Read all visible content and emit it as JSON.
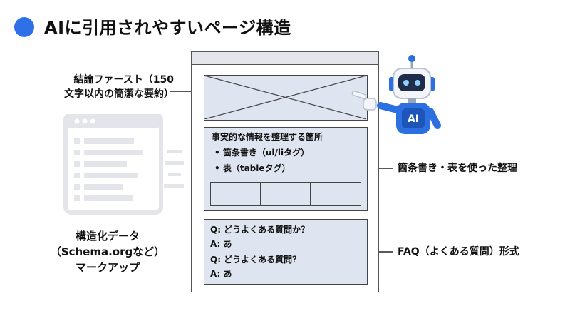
{
  "title": "AIに引用されやすいページ構造",
  "labels": {
    "conclusion_line1": "結論ファースト（150",
    "conclusion_line2": "文字以内の簡潔な要約）",
    "lists_tables": "箇条書き・表を使った整理",
    "structured_line1": "構造化データ",
    "structured_line2": "（Schema.orgなど）",
    "structured_line3": "マークアップ",
    "faq": "FAQ（よくある質問）形式"
  },
  "facts_box": {
    "heading": "事実的な情報を整理する箇所",
    "bullet1": "• 箇条書き（ul/liタグ）",
    "bullet2": "• 表（tableタグ）"
  },
  "faq_box": {
    "q1": "Q: どうよくある質問か？",
    "a1": "A: あ",
    "q2": "Q: どうよくある質問？",
    "a2": "A: あ"
  },
  "robot_badge": "AI",
  "colors": {
    "accent": "#2f6fe8",
    "box_fill": "#dfe5f0",
    "ghost_gray": "#e3e5ea",
    "robot_blue": "#2c6fe0"
  },
  "icons": [
    "ghost-browser-icon",
    "robot-icon",
    "placeholder-image-icon"
  ]
}
